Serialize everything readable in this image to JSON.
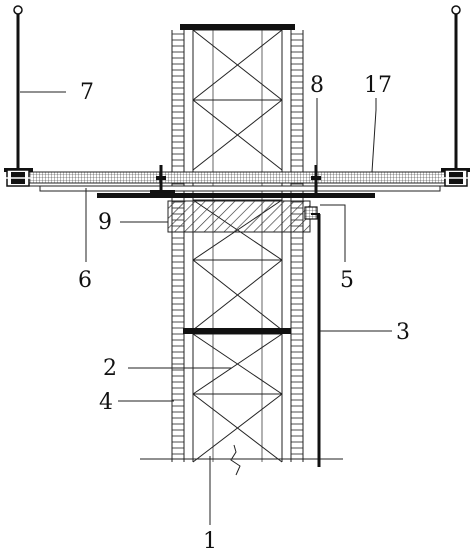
{
  "labels": {
    "l1": "1",
    "l2": "2",
    "l3": "3",
    "l4": "4",
    "l5": "5",
    "l6": "6",
    "l7": "7",
    "l8": "8",
    "l9": "9",
    "l17": "17"
  },
  "colors": {
    "ink": "#111111",
    "background": "#ffffff",
    "hatch": "#555555"
  }
}
